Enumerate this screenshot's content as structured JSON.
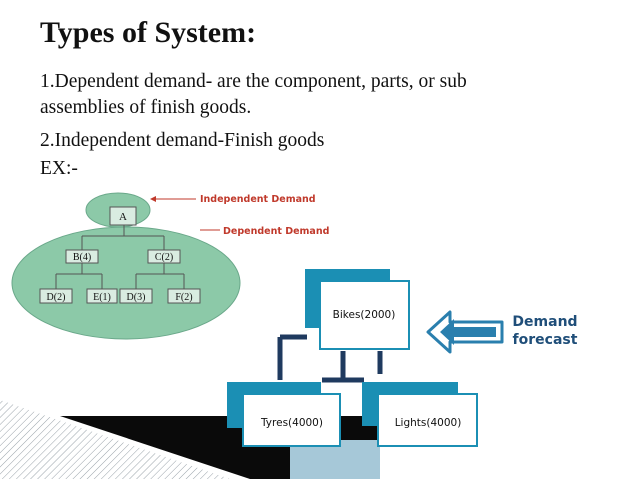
{
  "slide": {
    "title": "Types of System:",
    "lines": [
      "1.Dependent demand-  are the component, parts, or sub",
      "assemblies of finish goods.",
      "2.Independent demand-Finish goods",
      "EX:-"
    ]
  },
  "tree_diagram": {
    "root": "A",
    "level2": [
      "B(4)",
      "C(2)"
    ],
    "level3": [
      "D(2)",
      "E(1)",
      "D(3)",
      "F(2)"
    ],
    "labels": {
      "independent": "Independent Demand",
      "dependent": "Dependent Demand"
    },
    "colors": {
      "fill": "#8cc9a8",
      "label": "#c0392b"
    }
  },
  "bike_diagram": {
    "parent": "Bikes(2000)",
    "children": [
      "Tyres(4000)",
      "Lights(4000)"
    ],
    "forecast_label_line1": "Demand",
    "forecast_label_line2": "forecast",
    "colors": {
      "teal": "#1b8fb4",
      "navy": "#1f3a5f",
      "arrow": "#2a7fae"
    }
  }
}
